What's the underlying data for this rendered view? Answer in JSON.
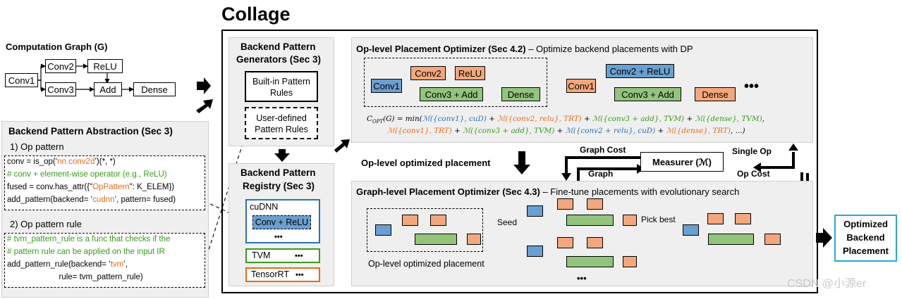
{
  "title": "Collage",
  "computation_graph": {
    "title": "Computation Graph (G)",
    "nodes": {
      "conv1": "Conv1",
      "conv2": "Conv2",
      "relu": "ReLU",
      "conv3": "Conv3",
      "add": "Add",
      "dense": "Dense"
    }
  },
  "abstraction": {
    "title": "Backend Pattern Abstraction (Sec 3)",
    "op_pattern_title": "1) Op pattern",
    "op_pattern_code": [
      [
        {
          "t": "conv = is_op(‘",
          "c": ""
        },
        {
          "t": "nn.conv2d",
          "c": "orange"
        },
        {
          "t": "’)(*, *)",
          "c": ""
        }
      ],
      [
        {
          "t": "# conv + element-wise operator (e.g., ReLU)",
          "c": "green"
        }
      ],
      [
        {
          "t": "fused = conv.has_attr({\"",
          "c": ""
        },
        {
          "t": "OpPattern",
          "c": "orange"
        },
        {
          "t": "\": K_ELEM})",
          "c": ""
        }
      ],
      [
        {
          "t": "add_pattern(backend= ‘",
          "c": ""
        },
        {
          "t": "cudnn",
          "c": "orange"
        },
        {
          "t": "’, pattern= fused)",
          "c": ""
        }
      ]
    ],
    "op_pattern_rule_title": "2) Op pattern rule",
    "op_pattern_rule_code": [
      [
        {
          "t": "# tvm_pattern_rule is a func that checks if the",
          "c": "green"
        }
      ],
      [
        {
          "t": "# pattern rule can be applied on the input IR",
          "c": "green"
        }
      ],
      [
        {
          "t": "add_pattern_rule(backend= ‘",
          "c": ""
        },
        {
          "t": "tvm",
          "c": "orange"
        },
        {
          "t": "’,",
          "c": ""
        }
      ],
      [
        {
          "t": "                       rule= tvm_pattern_rule)",
          "c": ""
        }
      ]
    ]
  },
  "generators": {
    "title_line1": "Backend Pattern",
    "title_line2": "Generators (Sec 3)",
    "builtin_line1": "Built-in Pattern",
    "builtin_line2": "Rules",
    "userdef_line1": "User-defined",
    "userdef_line2": "Pattern Rules"
  },
  "registry": {
    "title_line1": "Backend Pattern",
    "title_line2": "Registry (Sec 3)",
    "cudnn_label": "cuDNN",
    "cudnn_item": "Conv + ReLU",
    "cudnn_more": "•••",
    "tvm_label": "TVM",
    "tvm_more": "•••",
    "tensorrt_label": "TensorRT",
    "tensorrt_more": "•••"
  },
  "op_level": {
    "title_bold": "Op-level Placement Optimizer (Sec 4.2)",
    "title_rest": " – Optimize backend placements with DP",
    "left_nodes": {
      "conv1": "Conv1",
      "conv2": "Conv2",
      "relu": "ReLU",
      "conv3add": "Conv3 + Add",
      "dense": "Dense"
    },
    "right_nodes": {
      "conv1": "Conv1",
      "conv2relu": "Conv2 + ReLU",
      "conv3add": "Conv3 + Add",
      "dense": "Dense"
    },
    "more": "•••",
    "formula_line1": [
      {
        "t": "C",
        "c": "k"
      },
      {
        "t": "OPT",
        "c": "sub"
      },
      {
        "t": "(G) = min(",
        "c": "k"
      },
      {
        "t": "ℳ({conv1}, cuD)",
        "c": "b"
      },
      {
        "t": " + ",
        "c": "k"
      },
      {
        "t": "ℳ({conv2, relu}, TRT)",
        "c": "o"
      },
      {
        "t": " + ",
        "c": "k"
      },
      {
        "t": "ℳ({conv3 + add}, TVM)",
        "c": "g"
      },
      {
        "t": " + ",
        "c": "k"
      },
      {
        "t": "ℳ({dense}, TVM)",
        "c": "g"
      },
      {
        "t": ",",
        "c": "k"
      }
    ],
    "formula_line2": [
      {
        "t": "ℳ({conv1}, TRT)",
        "c": "o"
      },
      {
        "t": " + ",
        "c": "k"
      },
      {
        "t": "ℳ({conv3 + add}, TVM)",
        "c": "g"
      },
      {
        "t": " + ",
        "c": "k"
      },
      {
        "t": "ℳ({conv2 + relu}, cuD)",
        "c": "b"
      },
      {
        "t": " + ",
        "c": "k"
      },
      {
        "t": "ℳ({dense}, TRT)",
        "c": "o"
      },
      {
        "t": ", ...)",
        "c": "k"
      }
    ]
  },
  "middle": {
    "op_level_optimized": "Op-level optimized placement",
    "graph_cost": "Graph Cost",
    "graph": "Graph",
    "measurer": "Measurer (ℳ)",
    "single_op": "Single Op",
    "op_cost": "Op Cost"
  },
  "graph_level": {
    "title_bold": "Graph-level Placement Optimizer (Sec 4.3)",
    "title_rest": " – Fine-tune placements with evolutionary search",
    "seed": "Seed",
    "pick_best": "Pick best",
    "caption": "Op-level optimized placement",
    "more": "•••"
  },
  "output": {
    "line1": "Optimized",
    "line2": "Backend",
    "line3": "Placement"
  },
  "watermark": "CSDN @小源er",
  "colors": {
    "blue": "#6b9fd0",
    "orange": "#f3a77d",
    "green": "#93c47d",
    "output_border": "#2aa6d9",
    "cudnn_border": "#2f6fb5",
    "tvm_border": "#3a9a1e",
    "tensorrt_border": "#e46c1a"
  }
}
